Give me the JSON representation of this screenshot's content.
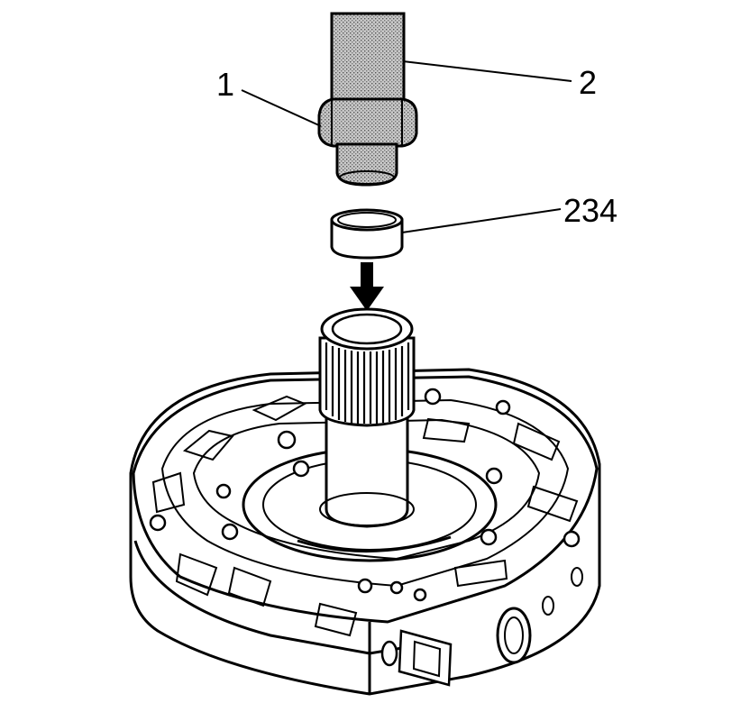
{
  "callouts": {
    "one": "1",
    "two": "2",
    "three": "234"
  },
  "colors": {
    "ink": "#000000",
    "paper": "#ffffff",
    "shade": "#9a9a9a"
  }
}
